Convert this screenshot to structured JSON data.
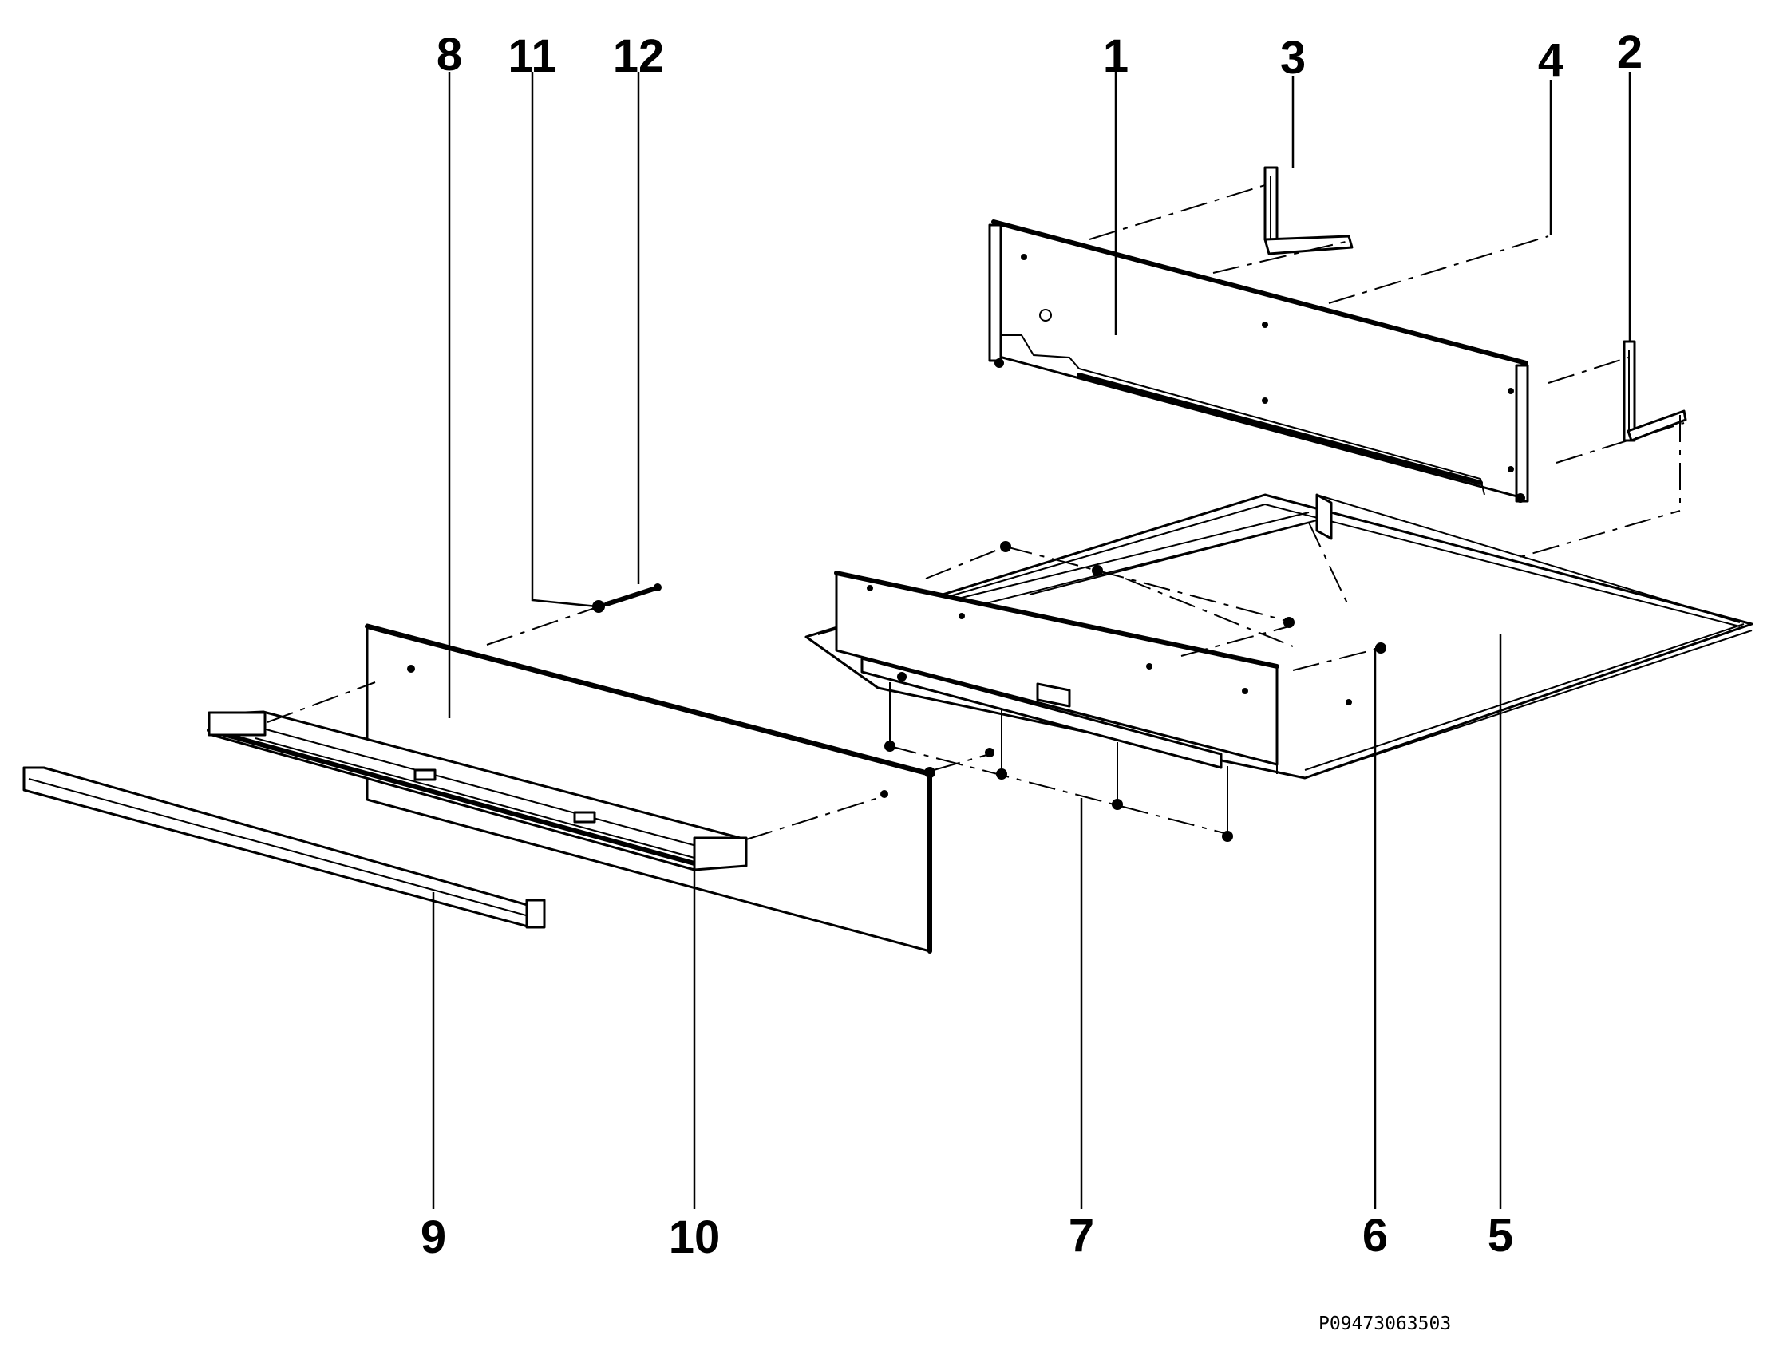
{
  "diagram": {
    "callouts": [
      {
        "id": "c1",
        "label": "1"
      },
      {
        "id": "c2",
        "label": "2"
      },
      {
        "id": "c3",
        "label": "3"
      },
      {
        "id": "c4",
        "label": "4"
      },
      {
        "id": "c5",
        "label": "5"
      },
      {
        "id": "c6",
        "label": "6"
      },
      {
        "id": "c7",
        "label": "7"
      },
      {
        "id": "c8",
        "label": "8"
      },
      {
        "id": "c9",
        "label": "9"
      },
      {
        "id": "c10",
        "label": "10"
      },
      {
        "id": "c11",
        "label": "11"
      },
      {
        "id": "c12",
        "label": "12"
      }
    ],
    "drawing_code": "P09473063503"
  }
}
